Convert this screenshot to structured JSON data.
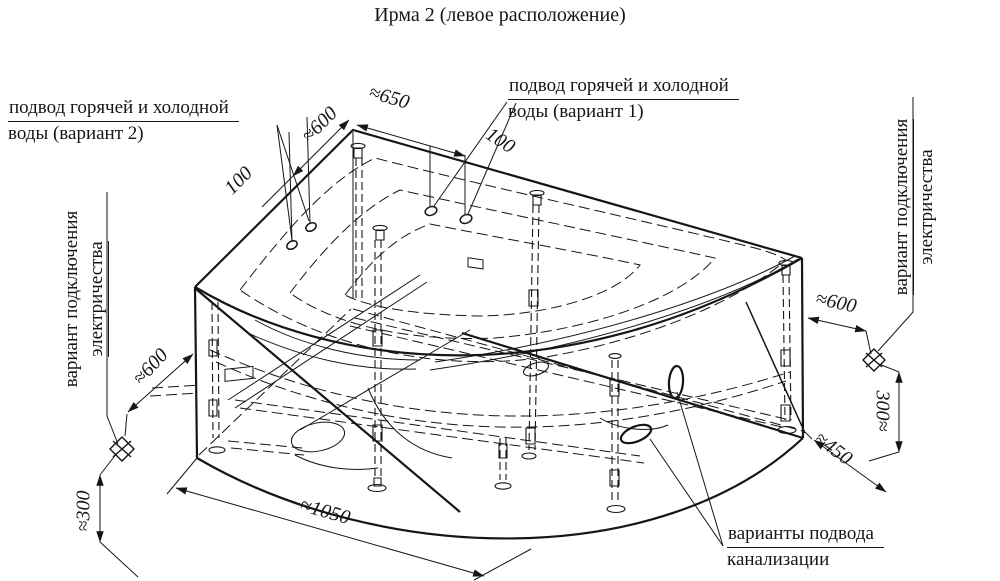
{
  "title": "Ирма 2 (левое расположение)",
  "notes": {
    "water_variant_2": {
      "line1": "подвод горячей и холодной",
      "line2": "воды (вариант 2)"
    },
    "water_variant_1": {
      "line1": "подвод горячей и холодной",
      "line2": "воды (вариант 1)"
    },
    "electrical_left": {
      "line1": "вариант подключения",
      "line2": "электричества"
    },
    "electrical_right": {
      "line1": "вариант подключения",
      "line2": "электричества"
    },
    "drainage": {
      "line1": "варианты подвода",
      "line2": "канализации"
    }
  },
  "dimensions": {
    "top_left_edge": "≈600",
    "top_left_offset": "100",
    "top_right_edge": "≈650",
    "top_right_offset": "100",
    "right_outlet_distance": "≈600",
    "right_outlet_height": "300≈",
    "right_edge_length": "≈450",
    "front_length": "≈1050",
    "left_outlet_distance": "≈600",
    "left_outlet_height": "≈300"
  },
  "colors": {
    "background": "#ffffff",
    "line": "#161616"
  }
}
